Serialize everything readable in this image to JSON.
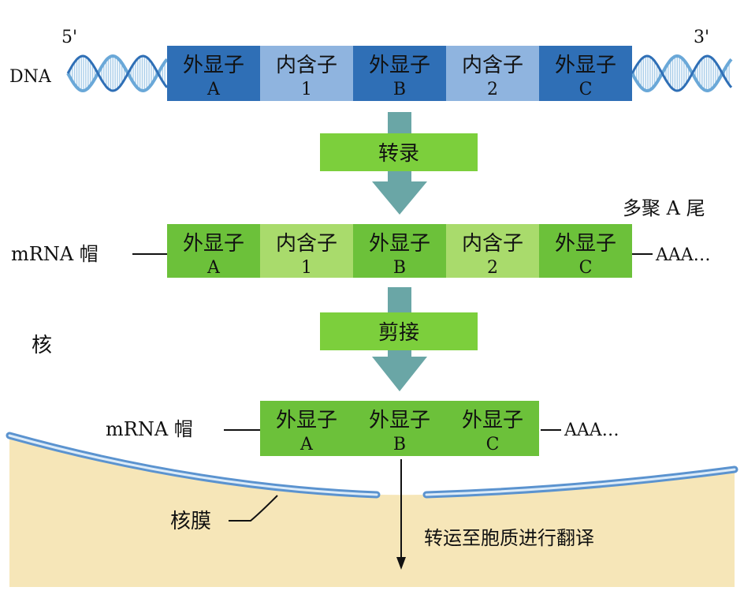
{
  "dna": {
    "label": "DNA",
    "end5": "5'",
    "end3": "3'",
    "segments": [
      {
        "top": "外显子",
        "bottom": "A",
        "kind": "exon"
      },
      {
        "top": "内含子",
        "bottom": "1",
        "kind": "intron"
      },
      {
        "top": "外显子",
        "bottom": "B",
        "kind": "exon"
      },
      {
        "top": "内含子",
        "bottom": "2",
        "kind": "intron"
      },
      {
        "top": "外显子",
        "bottom": "C",
        "kind": "exon"
      }
    ]
  },
  "steps": {
    "transcription": "转录",
    "splicing": "剪接",
    "export": "转运至胞质进行翻译"
  },
  "pre_mrna": {
    "cap": "mRNA 帽",
    "tail_title": "多聚 A 尾",
    "tail": "AAA…",
    "segments": [
      {
        "top": "外显子",
        "bottom": "A",
        "kind": "exon"
      },
      {
        "top": "内含子",
        "bottom": "1",
        "kind": "intron"
      },
      {
        "top": "外显子",
        "bottom": "B",
        "kind": "exon"
      },
      {
        "top": "内含子",
        "bottom": "2",
        "kind": "intron"
      },
      {
        "top": "外显子",
        "bottom": "C",
        "kind": "exon"
      }
    ]
  },
  "mature_mrna": {
    "cap": "mRNA 帽",
    "tail": "AAA…",
    "segments": [
      {
        "top": "外显子",
        "bottom": "A",
        "kind": "exon"
      },
      {
        "top": "外显子",
        "bottom": "B",
        "kind": "exon"
      },
      {
        "top": "外显子",
        "bottom": "C",
        "kind": "exon"
      }
    ]
  },
  "labels": {
    "nucleus": "核",
    "nuclear_membrane": "核膜"
  },
  "colors": {
    "dna_exon": "#2f6fb6",
    "dna_intron": "#8fb4df",
    "rna_exon": "#6cc13a",
    "rna_intron": "#a9db6c",
    "arrow": "#6aa6a6",
    "step_box": "#7ccf3c",
    "cytoplasm": "#f6e6b8",
    "membrane": "#5b93cf",
    "helix": "#6aa8d8"
  }
}
